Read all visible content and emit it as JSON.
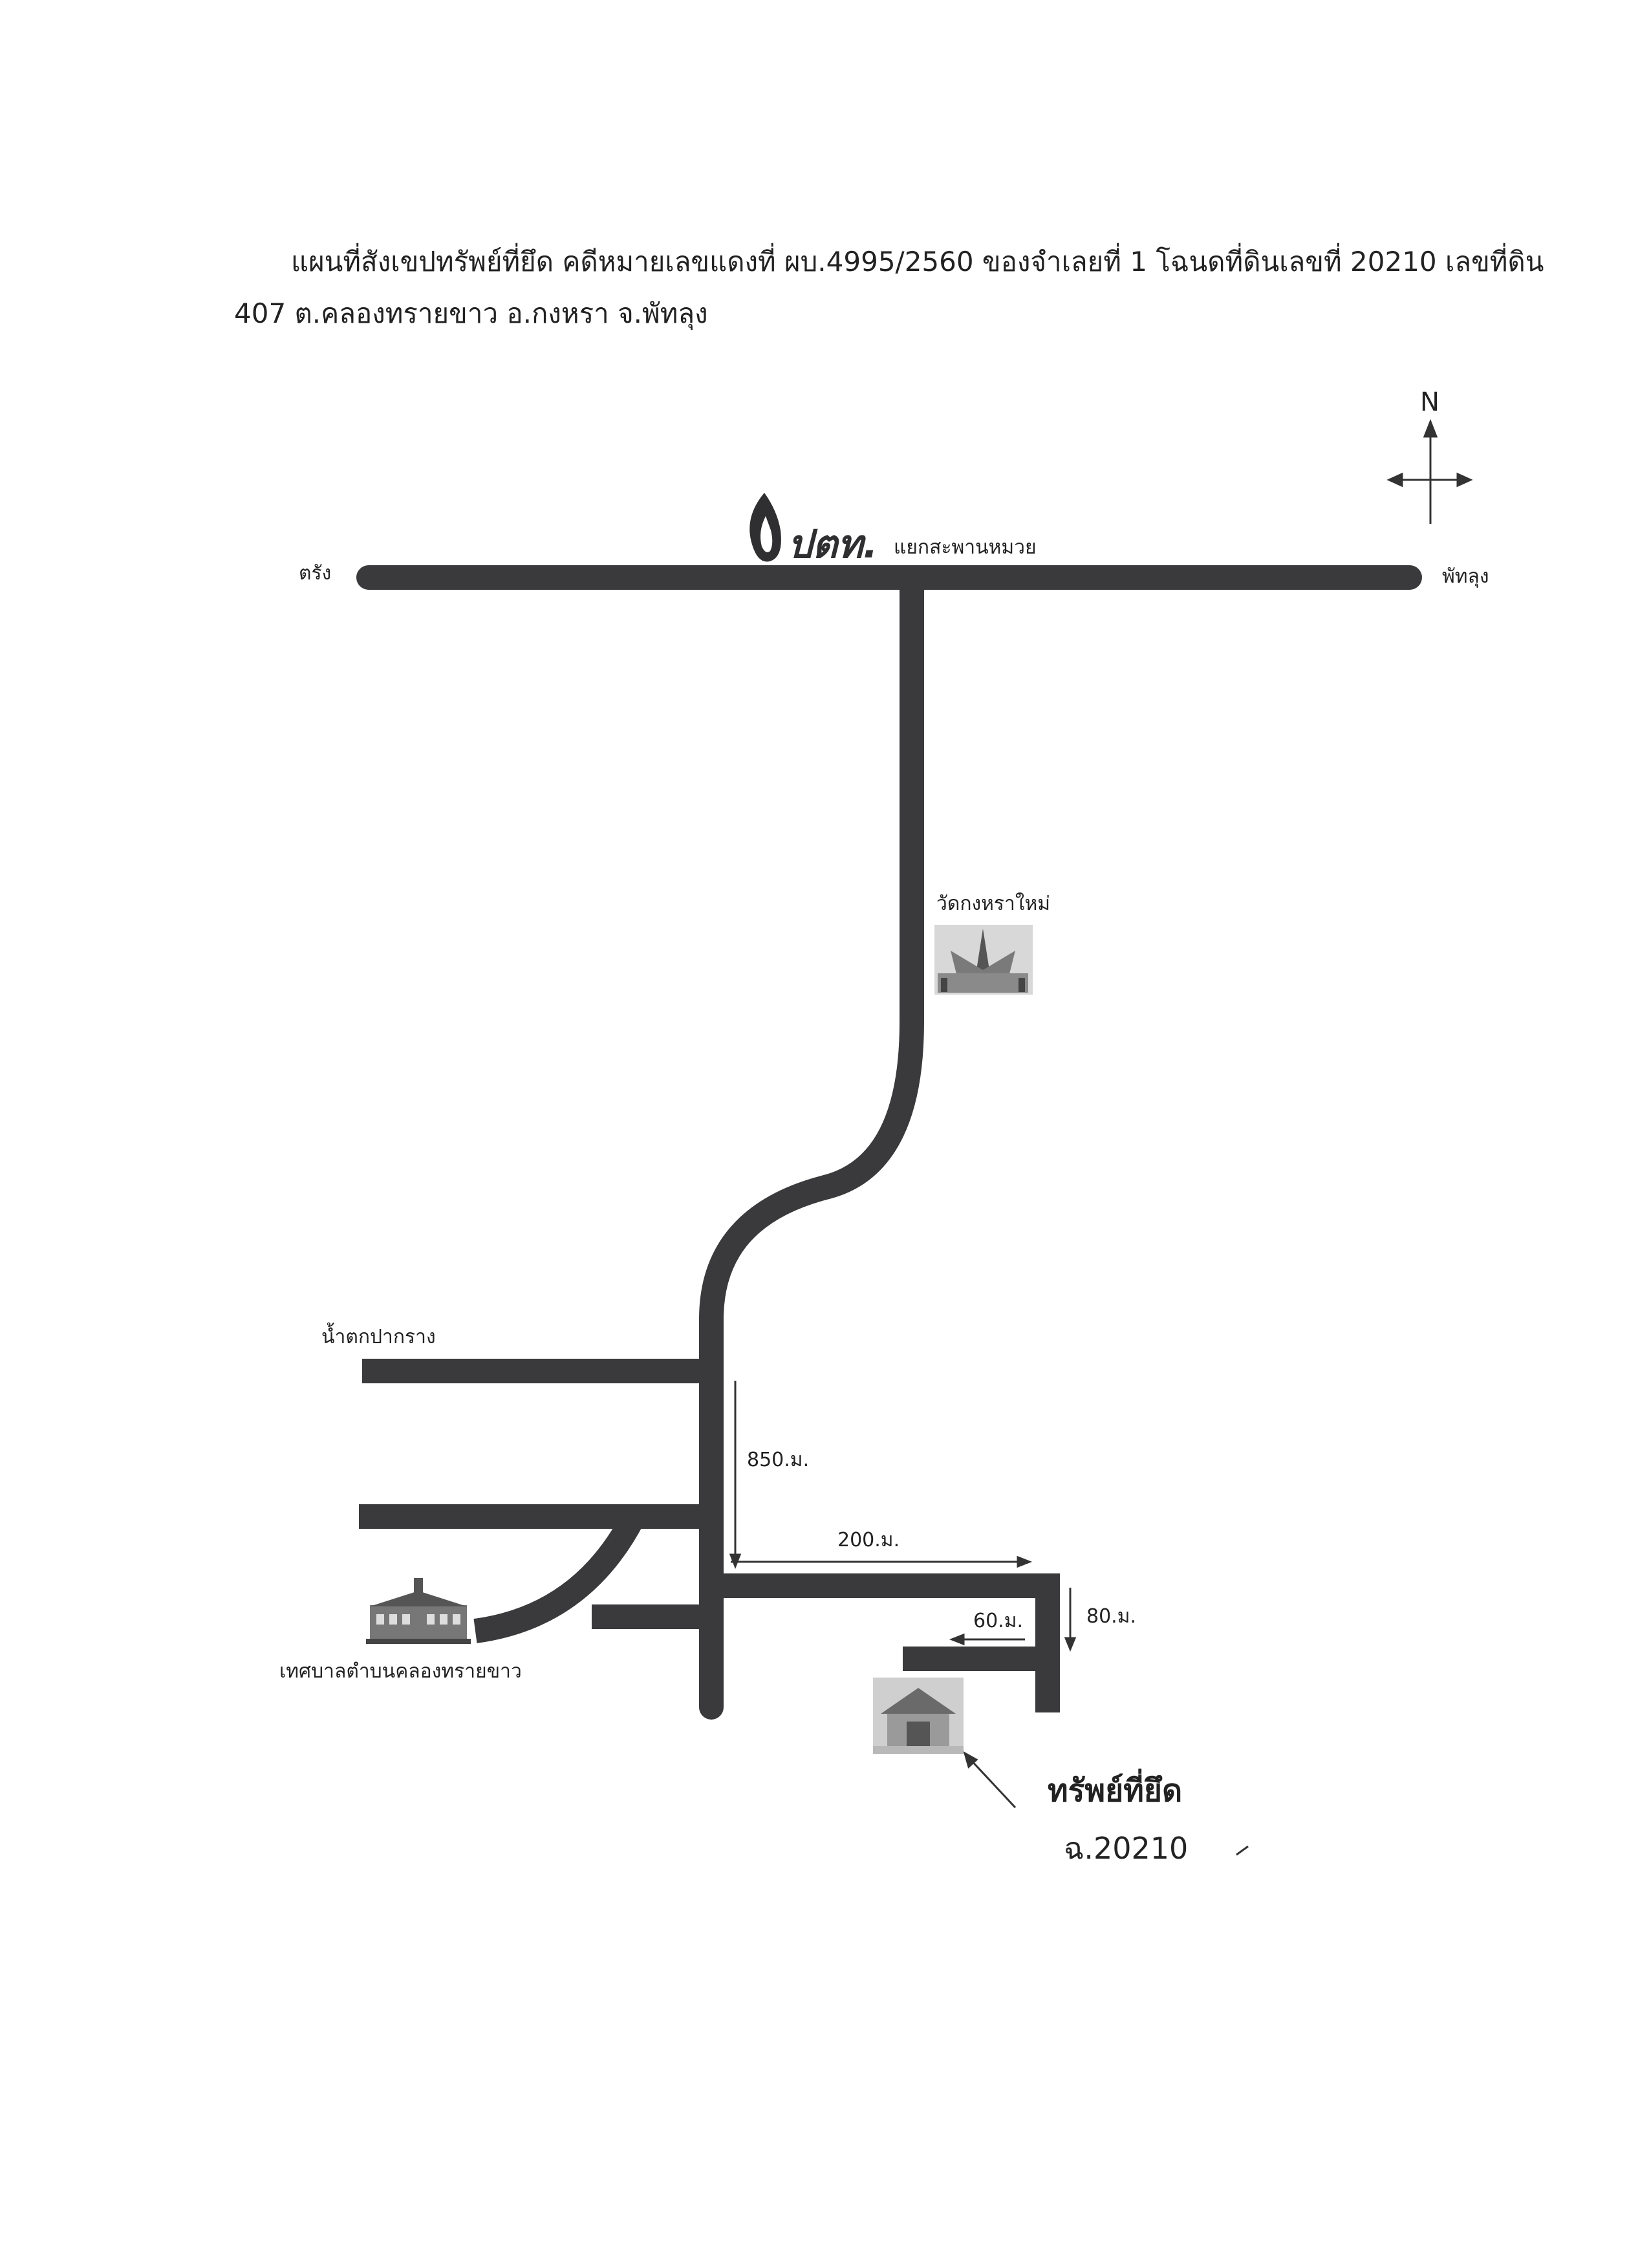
{
  "header": {
    "line1": "แผนที่สังเขปทรัพย์ที่ยึด คดีหมายเลขแดงที่ ผบ.4995/2560 ของจำเลยที่ 1  โฉนดที่ดินเลขที่ 20210  เลขที่ดิน",
    "line2": "407   ต.คลองทรายขาว  อ.กงหรา   จ.พัทลุง"
  },
  "compass": {
    "north_label": "N"
  },
  "logo": {
    "text": "ปตท."
  },
  "places": {
    "trang": "ตรัง",
    "phatthalung": "พัทลุง",
    "junction": "แยกสะพานหมวย",
    "temple": "วัดกงหราใหม่",
    "waterfall": "น้ำตกปากราง",
    "municipality": "เทศบาลตำบนคลองทรายขาว"
  },
  "distances": {
    "d850": "850.ม.",
    "d200": "200.ม.",
    "d80": "80.ม.",
    "d60": "60.ม."
  },
  "target": {
    "label": "ทรัพย์ที่ยึด",
    "deed": "ฉ.20210"
  },
  "colors": {
    "road": "#3a3a3c",
    "ink": "#222222",
    "arrow": "#333333"
  },
  "icons": [
    "ptt-flame-icon",
    "compass-icon",
    "temple-photo",
    "municipality-building-icon",
    "house-photo"
  ]
}
